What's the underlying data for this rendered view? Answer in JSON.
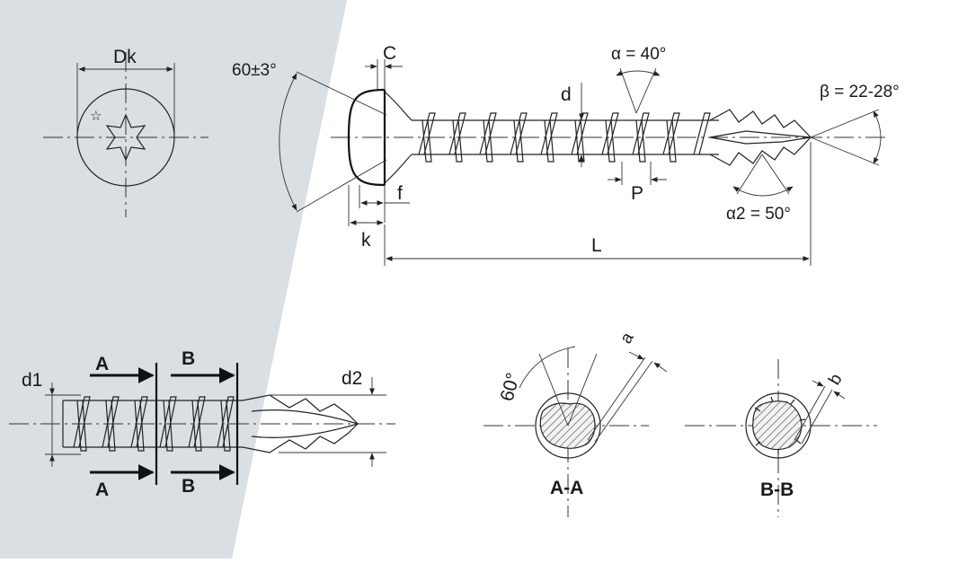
{
  "colors": {
    "panel": "#d9dfe2",
    "line": "#222222"
  },
  "labels": {
    "dk": "Dk",
    "c": "C",
    "angle_head": "60±3°",
    "alpha": "α = 40°",
    "d": "d",
    "beta": "β = 22-28°",
    "f": "f",
    "p": "P",
    "alpha2": "α2 = 50°",
    "k": "k",
    "l": "L",
    "d1": "d1",
    "d2": "d2",
    "section_a_top": "A",
    "section_a_bottom": "A",
    "section_b_top": "B",
    "section_b_bottom": "B",
    "angle_60": "60°",
    "a": "a",
    "b": "b",
    "section_aa": "A-A",
    "section_bb": "B-B"
  },
  "icons": {
    "head_mark": "star-outline-icon",
    "drive": "torx-drive-icon"
  }
}
